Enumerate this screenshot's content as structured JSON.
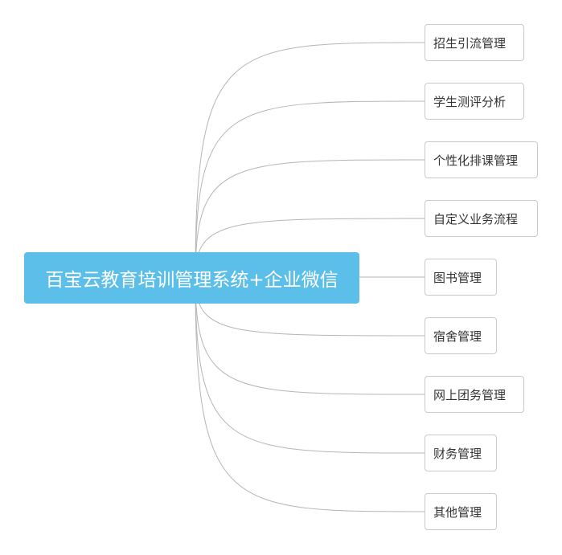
{
  "mindmap": {
    "root": {
      "label": "百宝云教育培训管理系统+企业微信"
    },
    "branches": [
      {
        "label": "招生引流管理"
      },
      {
        "label": "学生测评分析"
      },
      {
        "label": "个性化排课管理"
      },
      {
        "label": "自定义业务流程"
      },
      {
        "label": "图书管理"
      },
      {
        "label": "宿舍管理"
      },
      {
        "label": "网上团务管理"
      },
      {
        "label": "财务管理"
      },
      {
        "label": "其他管理"
      }
    ]
  },
  "colors": {
    "root_fill": "#5bbfea",
    "root_text": "#ffffff",
    "branch_border": "#c9c9c9",
    "edge": "#b5b5b5"
  }
}
